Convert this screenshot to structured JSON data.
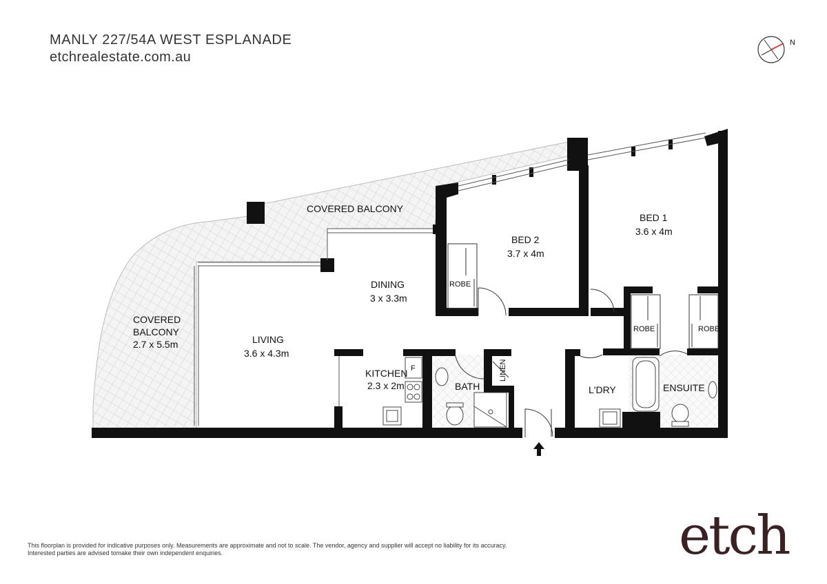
{
  "header": {
    "title": "MANLY 227/54A WEST ESPLANADE",
    "website": "etchrealestate.com.au"
  },
  "compass": {
    "label": "N"
  },
  "rooms": {
    "covered_balcony_top": {
      "name": "COVERED BALCONY"
    },
    "covered_balcony_left": {
      "line1": "COVERED",
      "line2": "BALCONY",
      "size": "2.7 x 5.5m"
    },
    "living": {
      "name": "LIVING",
      "size": "3.6 x 4.3m"
    },
    "dining": {
      "name": "DINING",
      "size": "3 x 3.3m"
    },
    "kitchen": {
      "name": "KITCHEN",
      "size": "2.3 x 2m",
      "fridge": "F"
    },
    "bath": {
      "name": "BATH"
    },
    "linen": {
      "name": "LINEN"
    },
    "bed2": {
      "name": "BED 2",
      "size": "3.7 x 4m",
      "robe": "ROBE"
    },
    "bed1": {
      "name": "BED 1",
      "size": "3.6 x 4m",
      "robe_left": "ROBE",
      "robe_right": "ROBE"
    },
    "laundry": {
      "name": "L'DRY"
    },
    "ensuite": {
      "name": "ENSUITE"
    }
  },
  "footer": {
    "disclaimer_line1": "This floorplan is provided for indicative purposes only. Measurements are approximate and not to scale. The vendor, agency and supplier will accept no liability for its accuracy.",
    "disclaimer_line2": "Interested parties are advised tomake their own independent enquiries.",
    "logo": "etch"
  },
  "colors": {
    "wall": "#111111",
    "balcony_hatch": "#cfcfcf",
    "tile": "#d8d8d8",
    "logo": "#3a2224"
  }
}
